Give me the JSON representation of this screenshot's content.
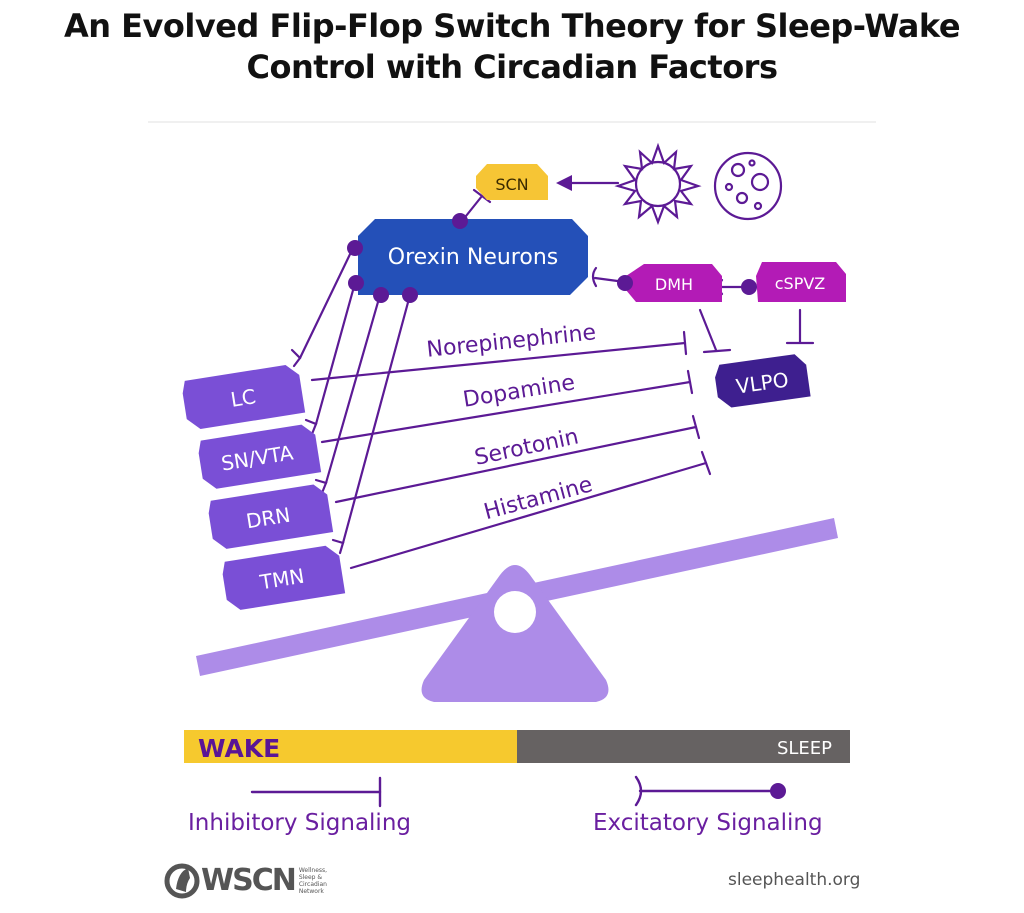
{
  "title": {
    "line1": "An Evolved Flip-Flop Switch Theory for Sleep-Wake",
    "line2": "Control with Circadian Factors"
  },
  "nodes": {
    "scn": "SCN",
    "orexin": "Orexin Neurons",
    "dmh": "DMH",
    "cspvz": "cSPVZ",
    "vlpo": "VLPO",
    "lc": "LC",
    "snvta": "SN/VTA",
    "drn": "DRN",
    "tmn": "TMN"
  },
  "signals": {
    "norepinephrine": "Norepinephrine",
    "dopamine": "Dopamine",
    "serotonin": "Serotonin",
    "histamine": "Histamine"
  },
  "bar": {
    "wake": "WAKE",
    "sleep": "SLEEP"
  },
  "legend": {
    "inhibitory": "Inhibitory Signaling",
    "excitatory": "Excitatory Signaling"
  },
  "footer": {
    "logo": "WSCN",
    "logo_sub": "Wellness, Sleep & Circadian Network",
    "url": "sleephealth.org"
  },
  "icons": [
    "sun-icon",
    "moon-icon"
  ],
  "colors": {
    "orexin": "#2450b8",
    "scn": "#f6c535",
    "dmh": "#b31bb6",
    "vlpo": "#3e1f8f",
    "nuclei": "#7a4fd6",
    "line": "#5c1a95",
    "seesaw": "#ad8ce8",
    "wake_bar": "#f6c92e",
    "sleep_bar": "#666262"
  }
}
